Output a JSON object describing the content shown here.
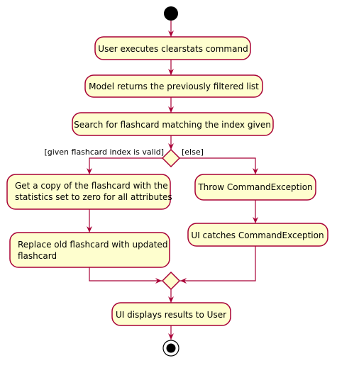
{
  "colors": {
    "node_fill": "#FEFECE",
    "stroke": "#A80036",
    "start_end": "#000000"
  },
  "actions": {
    "clearstats": "User executes clearstats command",
    "model_returns": "Model returns the previously filtered list",
    "search": "Search for flashcard matching the index given",
    "get_copy": [
      "Get a copy of the flashcard with the",
      "statistics set to zero for all attributes"
    ],
    "replace": [
      "Replace old flashcard with updated",
      "flashcard"
    ],
    "throw": "Throw CommandException",
    "ui_catches": "UI catches CommandException",
    "ui_displays": "UI displays results to User"
  },
  "guards": {
    "valid": "[given flashcard index is valid]",
    "else": "[else]"
  }
}
